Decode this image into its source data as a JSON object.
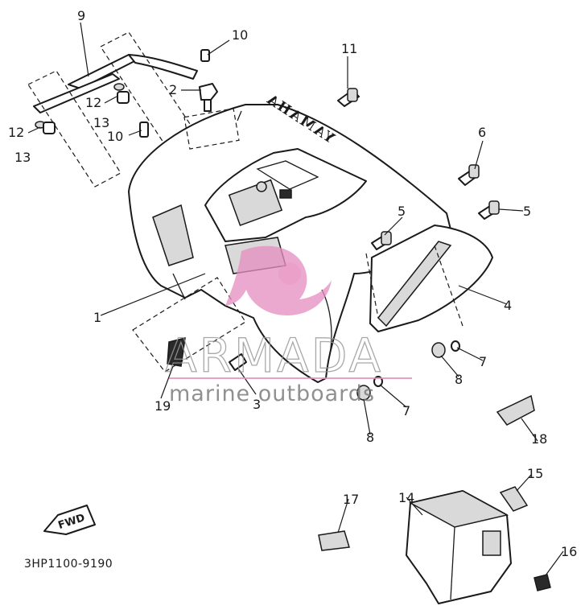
{
  "diagram": {
    "callouts": [
      {
        "id": "c9a",
        "text": "9"
      },
      {
        "id": "c10a",
        "text": "10"
      },
      {
        "id": "c11",
        "text": "11"
      },
      {
        "id": "c2",
        "text": "2"
      },
      {
        "id": "c12a",
        "text": "12"
      },
      {
        "id": "c13a",
        "text": "13"
      },
      {
        "id": "c12b",
        "text": "12"
      },
      {
        "id": "c13b",
        "text": "13"
      },
      {
        "id": "c10b",
        "text": "10"
      },
      {
        "id": "c6",
        "text": "6"
      },
      {
        "id": "c5a",
        "text": "5"
      },
      {
        "id": "c5b",
        "text": "5"
      },
      {
        "id": "c1",
        "text": "1"
      },
      {
        "id": "c4",
        "text": "4"
      },
      {
        "id": "c7a",
        "text": "7"
      },
      {
        "id": "c8a",
        "text": "8"
      },
      {
        "id": "c7b",
        "text": "7"
      },
      {
        "id": "c8b",
        "text": "8"
      },
      {
        "id": "c3",
        "text": "3"
      },
      {
        "id": "c19",
        "text": "19"
      },
      {
        "id": "c18",
        "text": "18"
      },
      {
        "id": "c15",
        "text": "15"
      },
      {
        "id": "c14",
        "text": "14"
      },
      {
        "id": "c17",
        "text": "17"
      },
      {
        "id": "c16",
        "text": "16"
      }
    ],
    "brand_marking": "YAMAHA",
    "fwd_label": "FWD",
    "diagram_code": "3HP1100-9190"
  },
  "watermark": {
    "title": "ARMADA",
    "subtitle": "marine outboards",
    "accent_color": "#e58fc0"
  }
}
